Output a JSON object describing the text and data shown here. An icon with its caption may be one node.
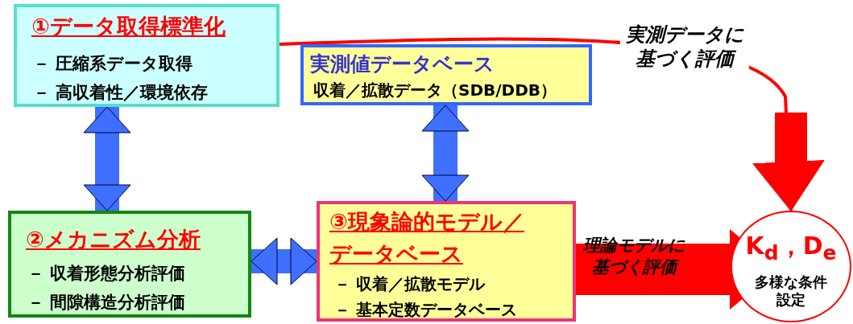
{
  "diagram": {
    "nodes": [
      {
        "text": [
          "①データ取得標準化",
          "－ 圧縮系データ取得",
          "－ 高収着性／環境依存"
        ]
      },
      {
        "text": [
          "実測値データベース",
          "収着／拡散データ（SDB/DDB）"
        ]
      },
      {
        "text": [
          "②メカニズム分析",
          "－ 収着形態分析評価",
          "－ 間隙構造分析評価"
        ]
      },
      {
        "text": [
          "③現象論的モデル／データベース",
          "－ 収着／拡散モデル",
          "－ 基本定数データベース"
        ]
      },
      {
        "text": [
          "K$_{d}$，D$_{e}$",
          "多様な条件設定"
        ]
      }
    ],
    "edges": [
      {
        "from": 0,
        "to": 2,
        "arrow": "both"
      },
      {
        "from": 1,
        "to": 3,
        "arrow": "both"
      },
      {
        "from": 2,
        "to": 3,
        "arrow": "both"
      },
      {
        "from": 3,
        "to": 4,
        "arrow": "to",
        "label": "理論モデルに基づく評価",
        "style": "thick",
        "color": "#ff0000"
      },
      {
        "from": 0,
        "to": 4,
        "arrow": "to",
        "label": "実測データに基づく評価",
        "color": "#ff0000"
      }
    ]
  }
}
